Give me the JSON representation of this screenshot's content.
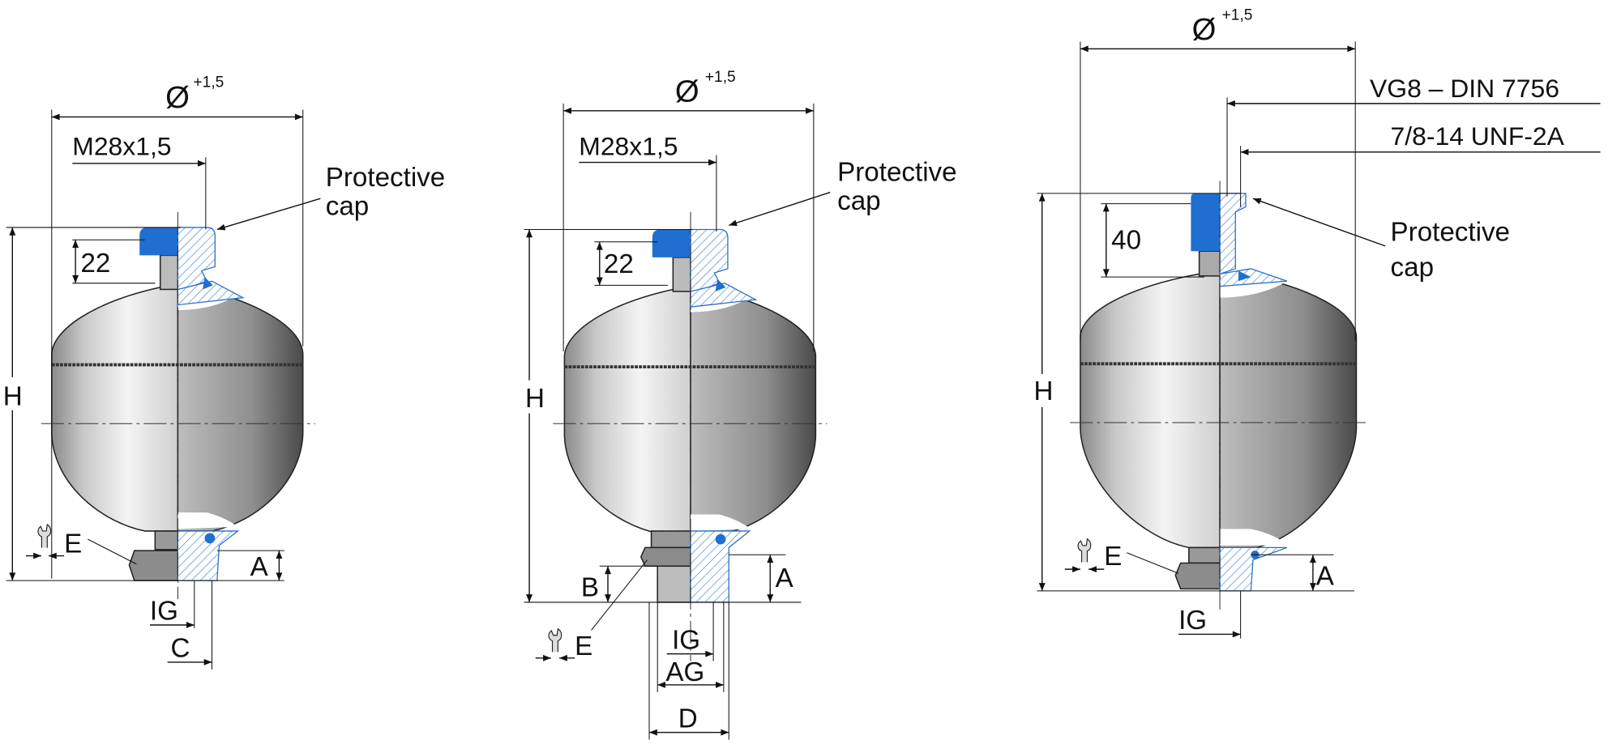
{
  "colors": {
    "cap_blue": "#1f6fd0",
    "hatch_blue": "#3b82d6",
    "body_light": "#e4e4e4",
    "body_dark": "#5a5a5a"
  },
  "units": [
    {
      "diameter_symbol": "Ø",
      "tolerance": "+1,5",
      "thread": "M28x1,5",
      "cap_label_1": "Protective",
      "cap_label_2": "cap",
      "height": "H",
      "top_dim": "22",
      "wrench": "E",
      "dim_a": "A",
      "dim_ig": "IG",
      "dim_c": "C"
    },
    {
      "diameter_symbol": "Ø",
      "tolerance": "+1,5",
      "thread": "M28x1,5",
      "cap_label_1": "Protective",
      "cap_label_2": "cap",
      "height": "H",
      "top_dim": "22",
      "wrench": "E",
      "dim_a": "A",
      "dim_b": "B",
      "dim_ig": "IG",
      "dim_ag": "AG",
      "dim_d": "D"
    },
    {
      "diameter_symbol": "Ø",
      "tolerance": "+1,5",
      "valve_std": "VG8 – DIN 7756",
      "valve_thread": "7/8-14 UNF-2A",
      "cap_label_1": "Protective",
      "cap_label_2": "cap",
      "height": "H",
      "top_dim": "40",
      "wrench": "E",
      "dim_a": "A",
      "dim_ig": "IG"
    }
  ]
}
